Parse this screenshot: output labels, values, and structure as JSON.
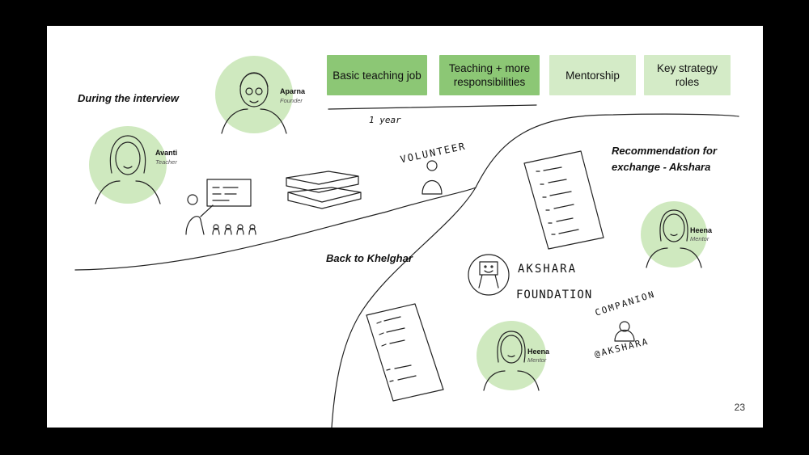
{
  "timeline": {
    "stages": [
      {
        "label": "Basic teaching job"
      },
      {
        "label": "Teaching + more responsibilities"
      },
      {
        "label": "Mentorship"
      },
      {
        "label": "Key strategy roles"
      }
    ],
    "duration_label": "1 year"
  },
  "headings": {
    "during_interview": "During the interview",
    "recommendation": "Recommendation for exchange - Akshara",
    "back_to_khelghar": "Back to Khelghar"
  },
  "sketch_labels": {
    "volunteer": "VOLUNTEER",
    "akshara": "AKSHARA",
    "foundation": "FOUNDATION",
    "companion": "COMPANION",
    "at_akshara": "@AKSHARA"
  },
  "people": {
    "aparna": {
      "name": "Aparna",
      "role": "Founder"
    },
    "avanti": {
      "name": "Avanti",
      "role": "Teacher"
    },
    "heena_top": {
      "name": "Heena",
      "role": "Mentor"
    },
    "heena_bottom": {
      "name": "Heena",
      "role": "Mentor"
    }
  },
  "page_number": "23",
  "colors": {
    "dark_green": "#8cc775",
    "light_green": "#d4ebc7",
    "portrait_green": "#cfe9bf"
  }
}
